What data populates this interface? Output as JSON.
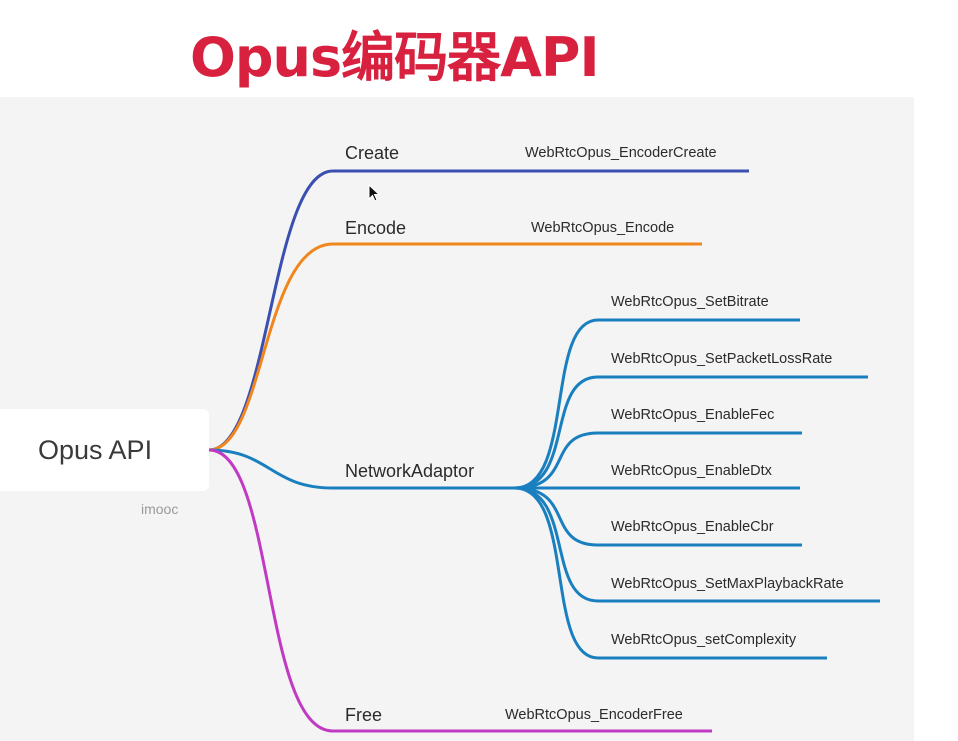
{
  "title": "Opus编码器API",
  "root": {
    "label": "Opus API",
    "watermark": "imooc"
  },
  "colors": {
    "title": "#d8203f",
    "create": "#3a4fb0",
    "encode": "#f0861c",
    "network": "#1a7fbf",
    "free": "#c13ac3"
  },
  "branches": [
    {
      "label": "Create",
      "functions": [
        "WebRtcOpus_EncoderCreate"
      ]
    },
    {
      "label": "Encode",
      "functions": [
        "WebRtcOpus_Encode"
      ]
    },
    {
      "label": "NetworkAdaptor",
      "functions": [
        "WebRtcOpus_SetBitrate",
        "WebRtcOpus_SetPacketLossRate",
        "WebRtcOpus_EnableFec",
        "WebRtcOpus_EnableDtx",
        "WebRtcOpus_EnableCbr",
        "WebRtcOpus_SetMaxPlaybackRate",
        "WebRtcOpus_setComplexity"
      ]
    },
    {
      "label": "Free",
      "functions": [
        "WebRtcOpus_EncoderFree"
      ]
    }
  ]
}
